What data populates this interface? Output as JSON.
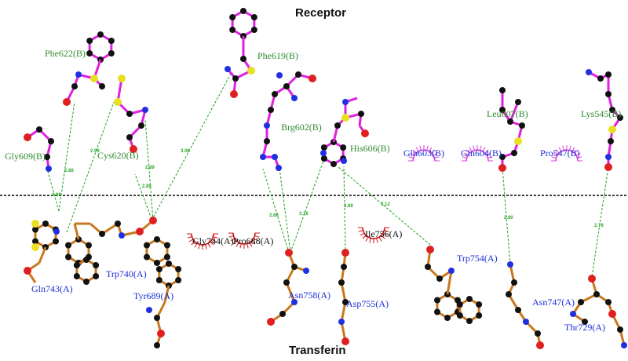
{
  "titles": {
    "top": "Receptor",
    "bottom": "Transferin"
  },
  "colors": {
    "receptor_label": "#2e8b2e",
    "transferin_label": "#1c2fd6",
    "hydrophobic_receptor": "#e040e0",
    "hydrophobic_transferin": "#d01010",
    "hbond": "#2fa82f",
    "receptor_bond": "#e020e0",
    "transferin_bond": "#c8781e",
    "carbon": "#111111",
    "nitrogen": "#2030e0",
    "oxygen": "#e02020",
    "sulfur": "#e8e020",
    "dark_label": "#111111"
  },
  "receptor_residues": [
    "Phe622(B)",
    "Phe619(B)",
    "Brg602(B)",
    "Cys620(B)",
    "Gly609(B)",
    "His606(B)",
    "Leu607(B)",
    "Lys545(B)"
  ],
  "receptor_hydrophobic": [
    "Gln603(B)",
    "Gln604(B)",
    "Pro547(B)"
  ],
  "transferin_residues": [
    "Gln743(A)",
    "Trp740(A)",
    "Tyr689(A)",
    "Asn758(A)",
    "Asp755(A)",
    "Trp754(A)",
    "Asn747(A)",
    "Thr729(A)"
  ],
  "transferin_hydrophobic": [
    "Gly744(A)",
    "Pro688(A)",
    "Ile756(A)"
  ],
  "hbond_distances": [
    "2.88",
    "2.99",
    "3.08",
    "2.89",
    "2.89",
    "2.89",
    "2.80",
    "3.16",
    "2.88",
    "3.12",
    "2.80",
    "2.78"
  ]
}
